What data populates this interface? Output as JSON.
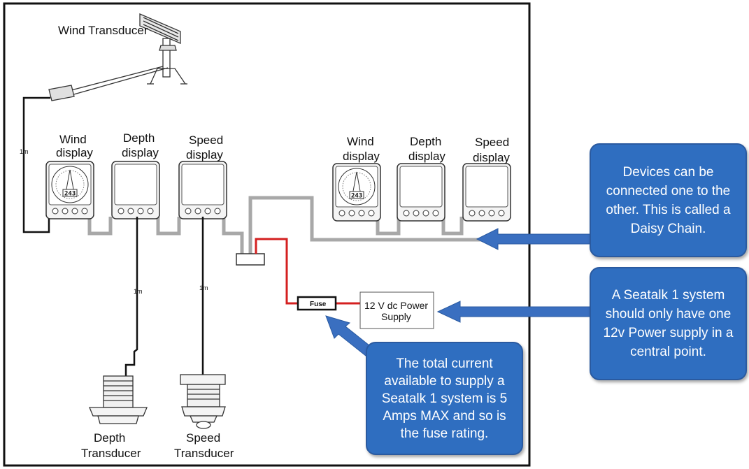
{
  "labels": {
    "wind_transducer": "Wind Transducer",
    "wind_display_1": [
      "Wind",
      "display"
    ],
    "depth_display_1": [
      "Depth",
      "display"
    ],
    "speed_display_1": [
      "Speed",
      "display"
    ],
    "wind_display_2": [
      "Wind",
      "display"
    ],
    "depth_display_2": [
      "Depth",
      "display"
    ],
    "speed_display_2": [
      "Speed",
      "display"
    ],
    "depth_transducer": [
      "Depth",
      "Transducer"
    ],
    "speed_transducer": [
      "Speed",
      "Transducer"
    ],
    "cable_1m_wind": "1m",
    "cable_1m_depth": "1m",
    "cable_1m_speed": "1m",
    "fuse": "Fuse",
    "power_supply": [
      "12 V dc Power",
      "Supply"
    ],
    "lcd_reading": "243"
  },
  "callouts": {
    "daisy_chain": "Devices can be connected one to the other. This is called a Daisy Chain.",
    "power_supply": "A Seatalk 1 system should only have one 12v Power supply in a central point.",
    "fuse_rating": "The total current available to supply a Seatalk 1 system is 5 Amps MAX and so is the fuse rating."
  },
  "colors": {
    "callout_fill": "#2f6ec0",
    "arrow_fill": "#3a6fc0",
    "power_cable": "#d42020",
    "chain_cable": "#a8a8a8"
  }
}
